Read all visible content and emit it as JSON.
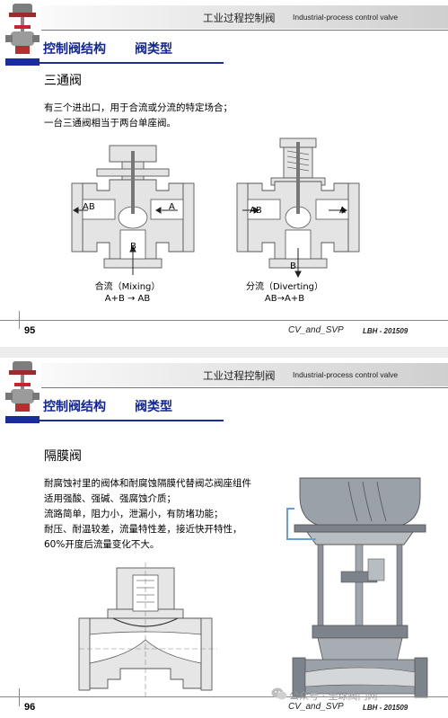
{
  "slides": [
    {
      "header_cn": "工业过程控制阀",
      "header_en": "Industrial-process control valve",
      "section_title": "控制阀结构",
      "section_type": "阀类型",
      "subtitle": "三通阀",
      "body": [
        "有三个进出口，用于合流或分流的特定场合；",
        "一台三通阀相当于两台单座阀。"
      ],
      "diagrams": [
        {
          "labels": {
            "left": "AB",
            "right": "A",
            "bottom": "B"
          },
          "caption_line1": "合流（Mixing）",
          "caption_line2": "A+B → AB"
        },
        {
          "labels": {
            "left": "AB",
            "right": "A",
            "bottom": "B"
          },
          "caption_line1": "分流（Diverting）",
          "caption_line2": "AB→A+B"
        }
      ],
      "page_number": "95",
      "footer_code": "CV_and_SVP",
      "footer_id": "LBH - 201509"
    },
    {
      "header_cn": "工业过程控制阀",
      "header_en": "Industrial-process control valve",
      "section_title": "控制阀结构",
      "section_type": "阀类型",
      "subtitle": "隔膜阀",
      "body": [
        "耐腐蚀衬里的阀体和耐腐蚀隔膜代替阀芯阀座组件",
        "适用强酸、强碱、强腐蚀介质；",
        "流路简单，阻力小，泄漏小，有防堵功能；",
        "耐压、耐温较差，流量特性差，接近快开特性，",
        "60%开度后流量变化不大。"
      ],
      "page_number": "96",
      "footer_code": "CV_and_SVP",
      "footer_id": "LBH - 201509",
      "watermark": "公众号 · 全球阀门网"
    }
  ],
  "colors": {
    "title_blue": "#12269a",
    "accent_bar": "#1a2d9e",
    "steel": "#8a9098"
  },
  "icons": [
    "valve-logo-icon",
    "wechat-icon"
  ]
}
